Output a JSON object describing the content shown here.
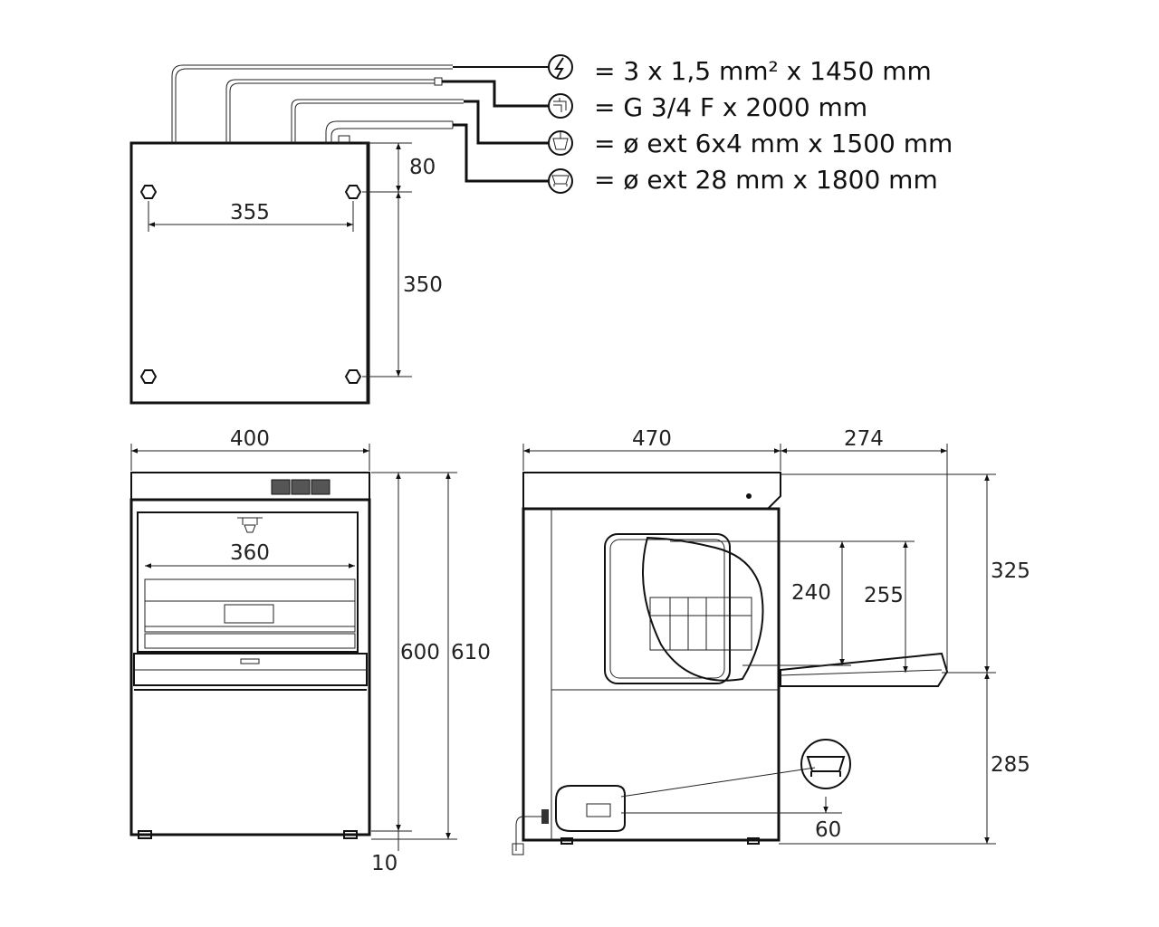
{
  "connections": [
    {
      "icon": "power-icon",
      "text": "= 3 x 1,5 mm² x 1450 mm"
    },
    {
      "icon": "water-supply-icon",
      "text": "= G 3/4 F x 2000 mm"
    },
    {
      "icon": "detergent-hose-icon",
      "text": "= ø ext 6x4 mm x 1500 mm"
    },
    {
      "icon": "drain-icon",
      "text": "= ø ext 28 mm x 1800 mm"
    }
  ],
  "dimensions": {
    "back_hole_spacing": "355",
    "back_top_offset": "80",
    "back_vertical_spacing": "350",
    "front_width": "400",
    "front_inner_width": "360",
    "front_height": "600",
    "overall_height": "610",
    "foot_height": "10",
    "side_depth": "470",
    "door_open_depth": "274",
    "upper_height": "325",
    "lower_height": "285",
    "basket_height_1": "240",
    "basket_height_2": "255",
    "drain_height": "60"
  }
}
